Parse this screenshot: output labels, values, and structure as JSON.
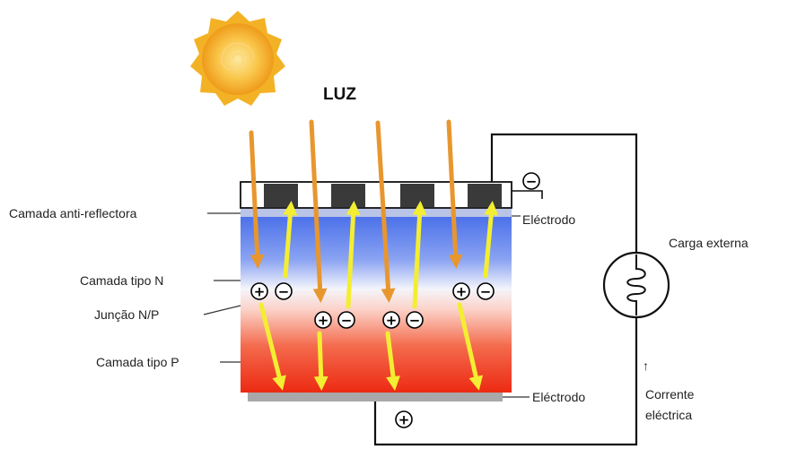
{
  "title": "LUZ",
  "labels": {
    "anti_reflective": "Camada anti-reflectora",
    "n_layer": "Camada tipo N",
    "junction": "Junção N/P",
    "p_layer": "Camada tipo P",
    "top_electrode": "Eléctrodo",
    "bottom_electrode": "Eléctrodo",
    "load": "Carga externa",
    "current_line1": "Corrente",
    "current_line2": "eléctrica",
    "current_arrow": "↑"
  },
  "charges": {
    "plus": "+",
    "minus": "−"
  },
  "icons": {
    "sun": "sun-icon",
    "load": "lamp-coil-icon"
  },
  "colors": {
    "light_ray": "#e8962e",
    "electron_arrow": "#f4ee32",
    "n_layer": "#3f67e8",
    "p_layer": "#ec2a12",
    "sun": "#f6b425",
    "electrode": "#a8a8a8",
    "contact": "#3a3a3a",
    "wire": "#111111"
  }
}
